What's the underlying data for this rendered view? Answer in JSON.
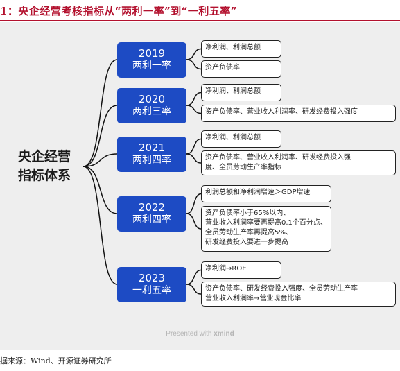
{
  "header": {
    "title": "1：央企经营考核指标从“两利一率”到“一利五率”",
    "rule_color": "#b3112e"
  },
  "mindmap": {
    "root": {
      "line1": "央企经营",
      "line2": "指标体系"
    },
    "node_color": "#1d4bc4",
    "years": [
      {
        "year": "2019",
        "name": "两利一率",
        "items": [
          [
            "净利润、利润总额"
          ],
          [
            "资产负债率"
          ]
        ]
      },
      {
        "year": "2020",
        "name": "两利三率",
        "items": [
          [
            "净利润、利润总额"
          ],
          [
            "资产负债率、营业收入利润率、研发经费投入强度"
          ]
        ]
      },
      {
        "year": "2021",
        "name": "两利四率",
        "items": [
          [
            "净利润、利润总额"
          ],
          [
            "资产负债率、营业收入利润率、研发经费投入强",
            "度、全员劳动生产率指标"
          ]
        ]
      },
      {
        "year": "2022",
        "name": "两利四率",
        "items": [
          [
            "利润总额和净利润增速＞GDP增速"
          ],
          [
            "资产负债率小于65%以内、",
            "营业收入利润率要再提高0.1个百分点、",
            "全员劳动生产率再提高5%、",
            "研发经费投入要进一步提高"
          ]
        ]
      },
      {
        "year": "2023",
        "name": "一利五率",
        "items": [
          [
            "净利润→ROE"
          ],
          [
            "资产负债率、研发经费投入强度、全员劳动生产率",
            "营业收入利润率→营业现金比率"
          ]
        ]
      }
    ]
  },
  "watermark": {
    "prefix": "Presented with",
    "brand": "xmind"
  },
  "source": "据来源：Wind、开源证券研究所"
}
